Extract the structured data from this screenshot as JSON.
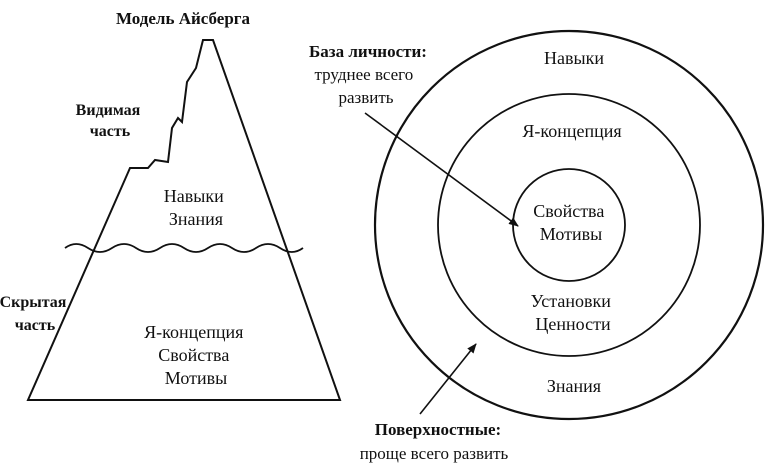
{
  "iceberg": {
    "title": "Модель Айсберга",
    "visible_label": [
      "Видимая",
      "часть"
    ],
    "hidden_label": [
      "Скрытая",
      "часть"
    ],
    "above_water": [
      "Навыки",
      "Знания"
    ],
    "below_water": [
      "Я-концепция",
      "Свойства",
      "Мотивы"
    ]
  },
  "circles": {
    "outer": "Навыки",
    "middle_top": "Я-концепция",
    "core": [
      "Свойства",
      "Мотивы"
    ],
    "middle_bottom": [
      "Установки",
      "Ценности"
    ],
    "outer_bottom": "Знания"
  },
  "annotations": {
    "core_title": "База личности:",
    "core_lines": [
      "труднее всего",
      "развить"
    ],
    "surface_title": "Поверхностные:",
    "surface_line": "проще всего развить"
  },
  "colors": {
    "ink": "#111111",
    "background": "#ffffff"
  }
}
